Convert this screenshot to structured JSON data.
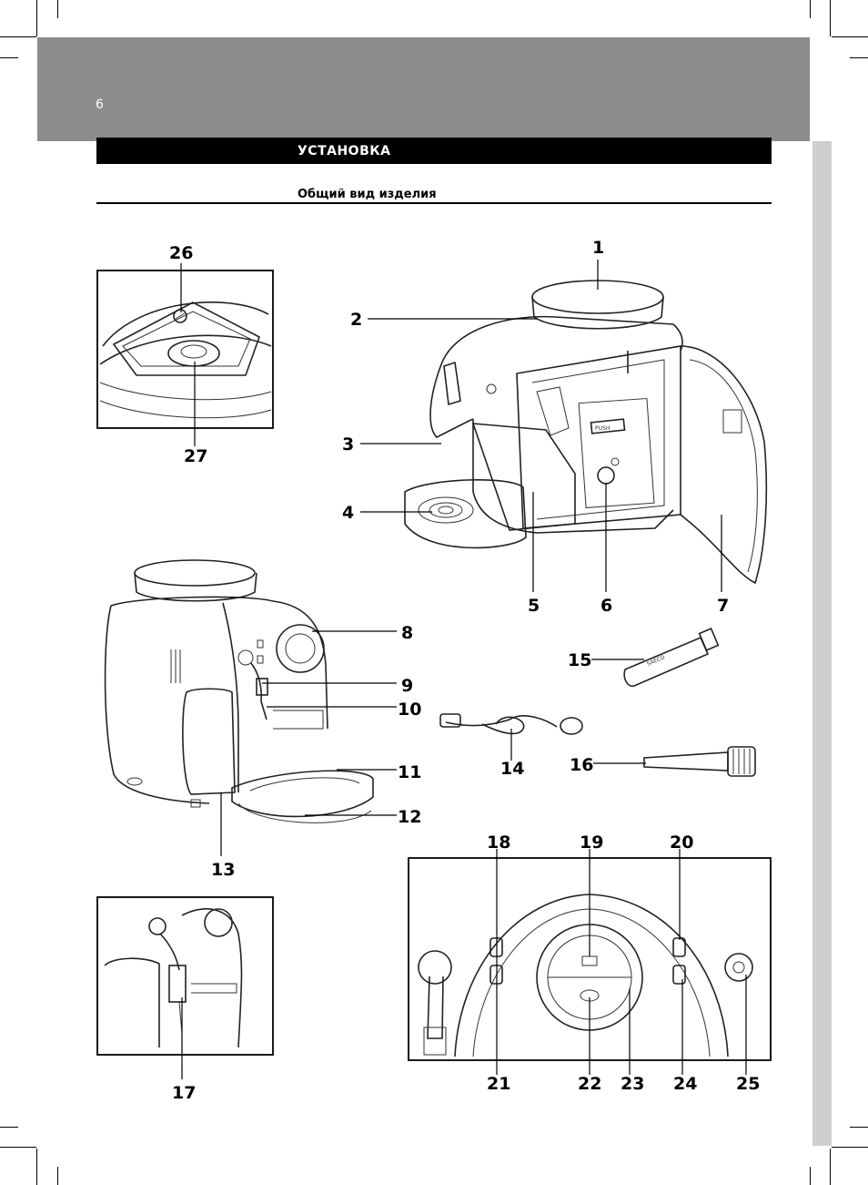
{
  "page": {
    "number": "6",
    "section_title": "УСТАНОВКА",
    "subtitle": "Общий вид изделия"
  },
  "colors": {
    "header_band": "#8c8c8c",
    "side_band": "#cfcfcf",
    "section_bar": "#000000"
  },
  "callouts": {
    "c1": "1",
    "c2": "2",
    "c3": "3",
    "c4": "4",
    "c5": "5",
    "c6": "6",
    "c7": "7",
    "c8": "8",
    "c9": "9",
    "c10": "10",
    "c11": "11",
    "c12": "12",
    "c13": "13",
    "c14": "14",
    "c15": "15",
    "c16": "16",
    "c17": "17",
    "c18": "18",
    "c19": "19",
    "c20": "20",
    "c21": "21",
    "c22": "22",
    "c23": "23",
    "c24": "24",
    "c25": "25",
    "c26": "26",
    "c27": "27"
  },
  "labels": {
    "push": "PUSH",
    "tube_text": "SAECO"
  }
}
